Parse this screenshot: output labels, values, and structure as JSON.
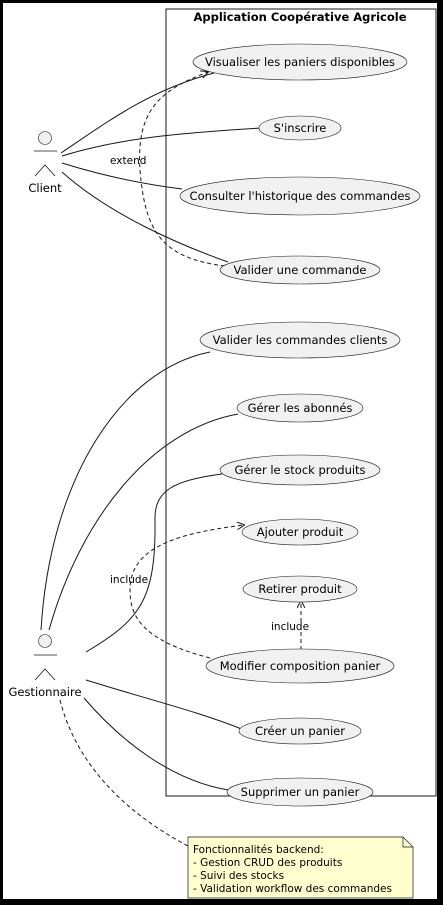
{
  "system": {
    "title": "Application Coopérative Agricole"
  },
  "actors": {
    "client": "Client",
    "gestionnaire": "Gestionnaire"
  },
  "use_cases": {
    "visualiser": "Visualiser les paniers disponibles",
    "inscrire": "S'inscrire",
    "historique": "Consulter l'historique des commandes",
    "valider_commande": "Valider une commande",
    "valider_clients": "Valider les commandes clients",
    "abonnes": "Gérer les abonnés",
    "stock": "Gérer le stock produits",
    "ajouter": "Ajouter produit",
    "retirer": "Retirer produit",
    "modifier": "Modifier composition panier",
    "creer": "Créer un panier",
    "supprimer": "Supprimer un panier"
  },
  "relations": {
    "extend": "extend",
    "include_ajouter": "include",
    "include_retirer": "include"
  },
  "note": {
    "lines": [
      "Fonctionnalités backend:",
      "- Gestion CRUD des produits",
      "- Suivi des stocks",
      "- Validation workflow des commandes"
    ]
  }
}
